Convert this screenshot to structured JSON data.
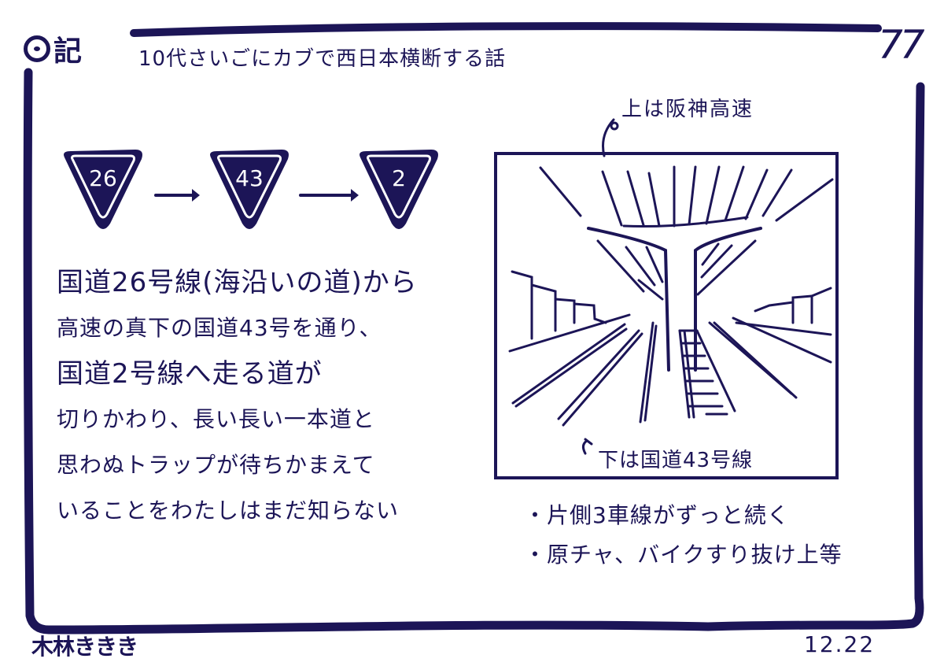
{
  "header": {
    "journal_mark": "記",
    "title": "10代さいごにカブで西日本横断する話",
    "page_number": "77"
  },
  "route_signs": [
    {
      "number": "26"
    },
    {
      "number": "43"
    },
    {
      "number": "2"
    }
  ],
  "body": {
    "lines": [
      "国道26号線(海沿いの道)から",
      "高速の真下の国道43号を通り、",
      "国道2号線へ走る道が",
      "切りかわり、長い長い一本道と",
      "思わぬトラップが待ちかまえて",
      "いることをわたしはまだ知らない"
    ]
  },
  "illustration": {
    "label_top": "上は阪神高速",
    "label_bottom": "下は国道43号線"
  },
  "notes": {
    "lines": [
      "・片側3車線がずっと続く",
      "・原チャ、バイクすり抜け上等"
    ]
  },
  "footer": {
    "author": "木林ききき",
    "date": "12.22"
  },
  "colors": {
    "ink": "#1c1557",
    "paper": "#ffffff"
  }
}
